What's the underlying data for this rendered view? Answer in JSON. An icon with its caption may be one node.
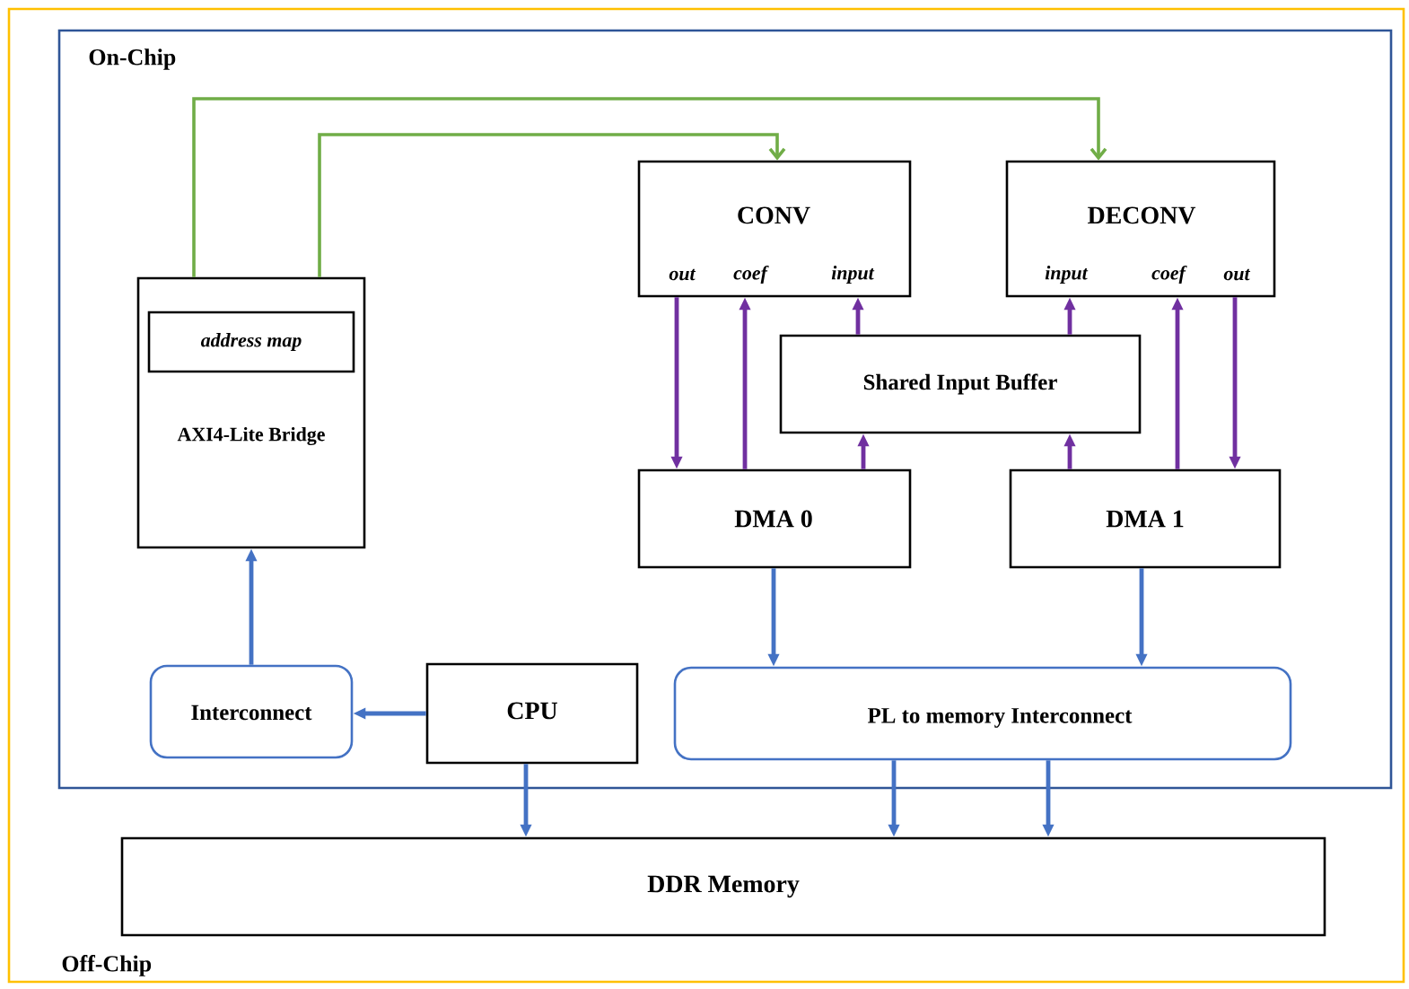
{
  "diagram": {
    "nodes": [
      {
        "text": [
          "Off-Chip"
        ]
      },
      {
        "text": [
          "On-Chip"
        ],
        "in": 0
      },
      {
        "text": [
          "AXI4-Lite Bridge"
        ],
        "in": 1
      },
      {
        "text": [
          "address map"
        ],
        "in": 2
      },
      {
        "text": [
          "CONV",
          "out",
          "coef",
          "input"
        ],
        "in": 1
      },
      {
        "text": [
          "DECONV",
          "input",
          "coef",
          "out"
        ],
        "in": 1
      },
      {
        "text": [
          "Shared Input Buffer"
        ],
        "in": 1
      },
      {
        "text": [
          "DMA 0"
        ],
        "in": 1
      },
      {
        "text": [
          "DMA 1"
        ],
        "in": 1
      },
      {
        "text": [
          "Interconnect"
        ],
        "in": 1
      },
      {
        "text": [
          "CPU"
        ],
        "in": 1
      },
      {
        "text": [
          "PL to memory Interconnect"
        ],
        "in": 1
      },
      {
        "text": [
          "DDR Memory"
        ],
        "in": 0
      }
    ],
    "edges": [
      {
        "from": 2,
        "to": 5,
        "arrow": "to",
        "color": "#70ad47"
      },
      {
        "from": 2,
        "to": 4,
        "arrow": "to",
        "color": "#70ad47"
      },
      {
        "from": 4,
        "to": 7,
        "arrow": "to",
        "color": "#7030a0"
      },
      {
        "from": 7,
        "to": 4,
        "arrow": "to",
        "color": "#7030a0"
      },
      {
        "from": 6,
        "to": 4,
        "arrow": "to",
        "color": "#7030a0"
      },
      {
        "from": 7,
        "to": 6,
        "arrow": "to",
        "color": "#7030a0"
      },
      {
        "from": 6,
        "to": 5,
        "arrow": "to",
        "color": "#7030a0"
      },
      {
        "from": 8,
        "to": 6,
        "arrow": "to",
        "color": "#7030a0"
      },
      {
        "from": 8,
        "to": 5,
        "arrow": "to",
        "color": "#7030a0"
      },
      {
        "from": 5,
        "to": 8,
        "arrow": "to",
        "color": "#7030a0"
      },
      {
        "from": 9,
        "to": 2,
        "arrow": "to",
        "color": "#4472c4"
      },
      {
        "from": 10,
        "to": 9,
        "arrow": "to",
        "color": "#4472c4"
      },
      {
        "from": 10,
        "to": 12,
        "arrow": "to",
        "color": "#4472c4"
      },
      {
        "from": 7,
        "to": 11,
        "arrow": "to",
        "color": "#4472c4"
      },
      {
        "from": 8,
        "to": 11,
        "arrow": "to",
        "color": "#4472c4"
      },
      {
        "from": 11,
        "to": 12,
        "arrow": "to",
        "color": "#4472c4"
      },
      {
        "from": 11,
        "to": 12,
        "arrow": "to",
        "color": "#4472c4"
      }
    ]
  }
}
